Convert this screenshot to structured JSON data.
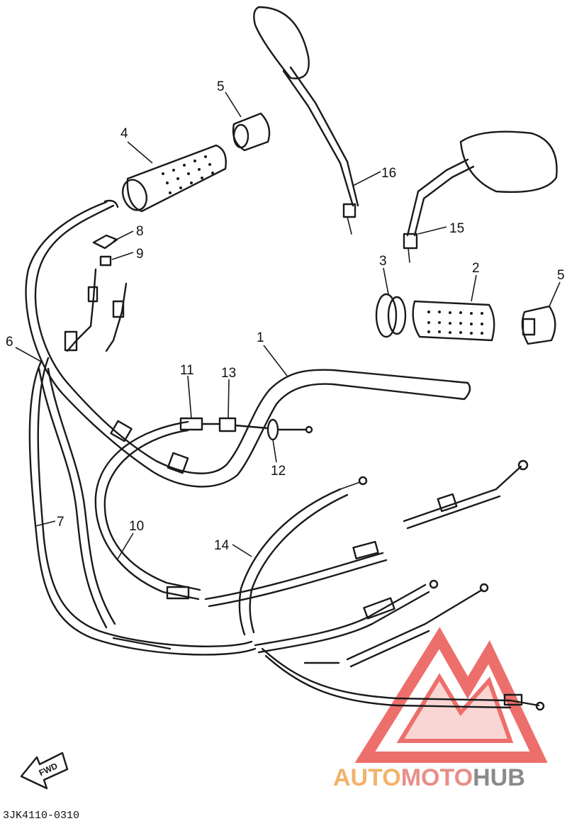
{
  "diagram": {
    "callouts": [
      "1",
      "2",
      "3",
      "4",
      "5",
      "5",
      "6",
      "7",
      "8",
      "9",
      "10",
      "11",
      "12",
      "13",
      "14",
      "15",
      "16"
    ],
    "fwd_label": "FWD",
    "drawing_code": "3JK4110-0310",
    "colors": {
      "line": "#1a1a1a",
      "watermark_red": "#e7403a",
      "watermark_orange": "#f2b36b",
      "watermark_grey": "#8a8a8a"
    },
    "icons": [
      "fwd-arrow-icon",
      "automotohub-logo-icon"
    ]
  },
  "watermark": {
    "auto": "AUTO",
    "moto": "MOTO",
    "hub": "HUB"
  }
}
